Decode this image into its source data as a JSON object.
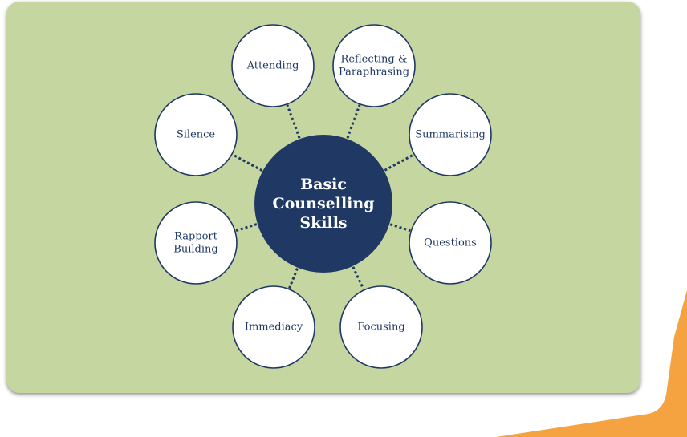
{
  "colors": {
    "panel_fill": "#c5d6a1",
    "center_fill": "#1f3864",
    "node_fill": "#ffffff",
    "node_stroke": "#1f3864",
    "connector": "#1f3864",
    "accent_fill": "#f4a340"
  },
  "diagram": {
    "center": {
      "lines": [
        "Basic",
        "Counselling",
        "Skills"
      ]
    },
    "nodes": [
      {
        "key": "attending",
        "lines": [
          "Attending"
        ]
      },
      {
        "key": "reflecting",
        "lines": [
          "Reflecting &",
          "Paraphrasing"
        ]
      },
      {
        "key": "summarising",
        "lines": [
          "Summarising"
        ]
      },
      {
        "key": "questions",
        "lines": [
          "Questions"
        ]
      },
      {
        "key": "focusing",
        "lines": [
          "Focusing"
        ]
      },
      {
        "key": "immediacy",
        "lines": [
          "Immediacy"
        ]
      },
      {
        "key": "rapport",
        "lines": [
          "Rapport",
          "Building"
        ]
      },
      {
        "key": "silence",
        "lines": [
          "Silence"
        ]
      }
    ]
  }
}
